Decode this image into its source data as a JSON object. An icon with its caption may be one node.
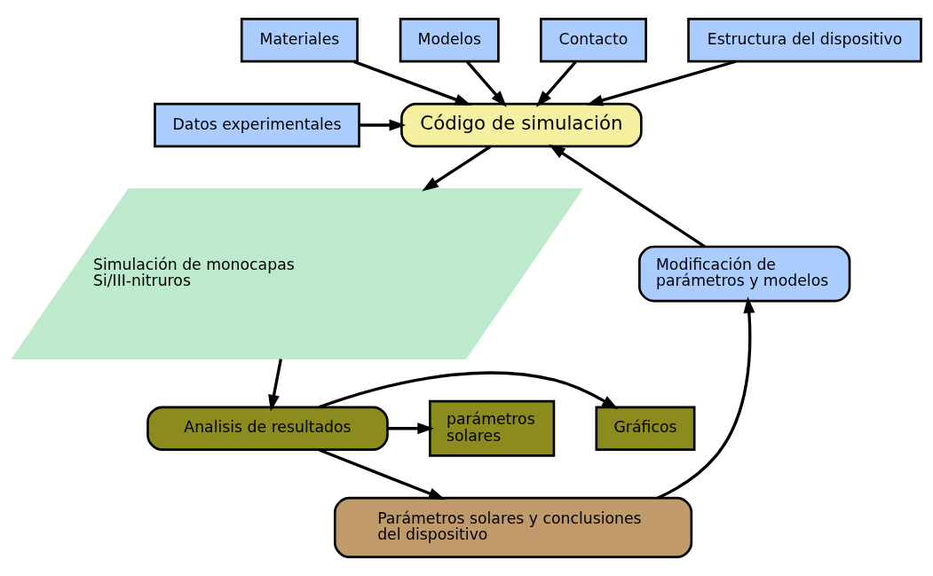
{
  "diagram": {
    "nodes": [
      {
        "text": [
          "Materiales"
        ]
      },
      {
        "text": [
          "Modelos"
        ]
      },
      {
        "text": [
          "Contacto"
        ]
      },
      {
        "text": [
          "Estructura del dispositivo"
        ]
      },
      {
        "text": [
          "Código de simulación"
        ]
      },
      {
        "text": [
          "Datos experimentales"
        ]
      },
      {
        "text": [
          "Modificación de parámetros y modelos"
        ]
      },
      {
        "text": [
          "Simulación de monocapas Si/III-nitruros"
        ]
      },
      {
        "text": [
          "Gráficos"
        ]
      },
      {
        "text": [
          "Analisis de resultados"
        ]
      },
      {
        "text": [
          "parámetros solares"
        ]
      },
      {
        "text": [
          "Parámetros solares y conclusiones del dispositivo"
        ]
      }
    ],
    "edges": [
      {
        "from": 0,
        "to": 4,
        "arrow": "to"
      },
      {
        "from": 1,
        "to": 4,
        "arrow": "to"
      },
      {
        "from": 2,
        "to": 4,
        "arrow": "to"
      },
      {
        "from": 3,
        "to": 4,
        "arrow": "to"
      },
      {
        "from": 5,
        "to": 4,
        "arrow": "to"
      },
      {
        "from": 4,
        "to": 7,
        "arrow": "to"
      },
      {
        "from": 7,
        "to": 9,
        "arrow": "to"
      },
      {
        "from": 9,
        "to": 8,
        "arrow": "to"
      },
      {
        "from": 9,
        "to": 10,
        "arrow": "to"
      },
      {
        "from": 9,
        "to": 11,
        "arrow": "to"
      },
      {
        "from": 11,
        "to": 6,
        "arrow": "to"
      },
      {
        "from": 6,
        "to": 4,
        "arrow": "to"
      }
    ]
  }
}
